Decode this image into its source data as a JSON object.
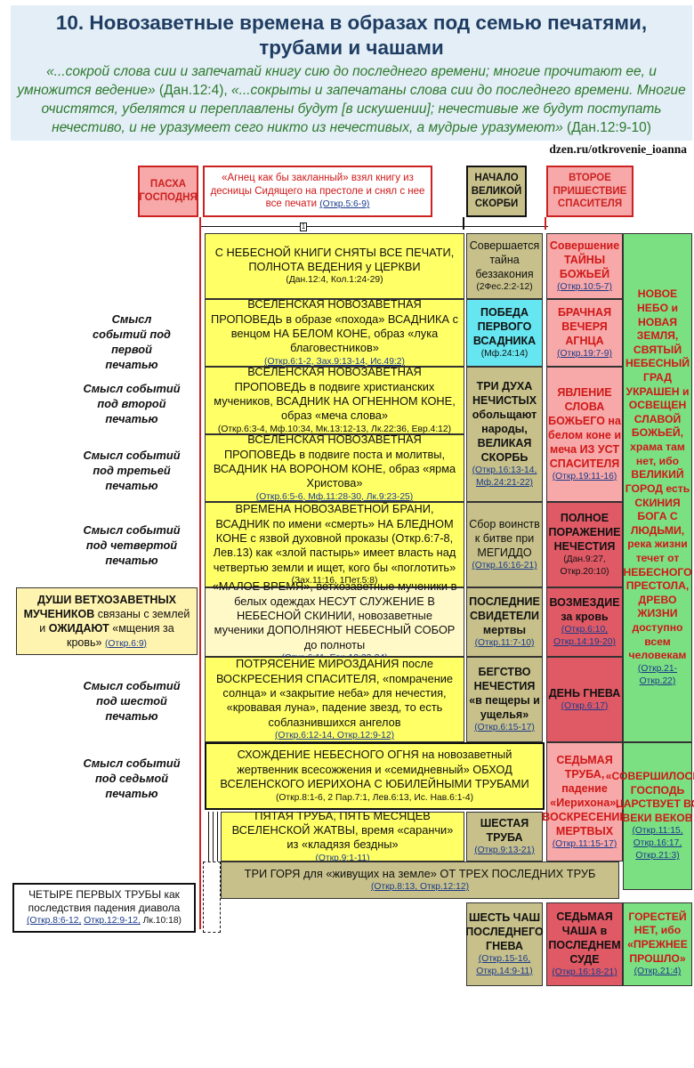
{
  "title": "10. Новозаветные времена в образах под семью печатями, трубами и чашами",
  "quote": {
    "part1": "«...сокрой слова сии и запечатай книгу сию до последнего времени; многие прочитают ее, и умножится ведение»",
    "ref1": "(Дан.12:4),",
    "part2": "«...сокрыты и запечатаны слова сии до последнего времени. Многие очистятся, убелятся и переплавлены будут [в искушении]; нечестивые же будут поступать нечестиво, и не уразумеет сего никто из нечестивых, а мудрые уразумеют»",
    "ref2": "(Дан.12:9-10)"
  },
  "source": "dzen.ru/otkrovenie_ioanna",
  "top": {
    "pascha": "ПАСХА ГОСПОДНЯ",
    "lamb_text": "«Агнец как бы закланный» взял книгу из десницы Сидящего на престоле и снял с нее все печати",
    "lamb_ref": "(Откр.5:6-9)",
    "sorrow": "НАЧАЛО ВЕЛИКОЙ СКОРБИ",
    "second_coming": "ВТОРОЕ ПРИШЕСТВИЕ СПАСИТЕЛЯ",
    "marker": "1"
  },
  "left_labels": {
    "seal1": "Смысл событий под первой печатью",
    "seal2": "Смысл событий под второй печатью",
    "seal3": "Смысл событий под третьей печатью",
    "seal4": "Смысл событий под четвертой печатью",
    "seal6": "Смысл событий под шестой печатью",
    "seal7": "Смысл событий под седьмой печатью"
  },
  "souls": {
    "text_a": "ДУШИ ВЕТХОЗАВЕТНЫХ МУЧЕНИКОВ",
    "text_b": "связаны с землей и",
    "text_c": "ОЖИДАЮТ",
    "text_d": "«мщения за кровь»",
    "ref": "(Откр.6:9)"
  },
  "four_trumpets": {
    "text": "ЧЕТЫРЕ ПЕРВЫХ ТРУБЫ как последствия падения диавола",
    "ref1": "(Откр.8:6-12,",
    "ref2": "Откр.12:9-12,",
    "ref3": "Лк.10:18)"
  },
  "main_rows": [
    {
      "text": "С НЕБЕСНОЙ КНИГИ СНЯТЫ ВСЕ ПЕЧАТИ, ПОЛНОТА ВЕДЕНИЯ у ЦЕРКВИ",
      "ref": "(Дан.12:4, Кол.1:24-29)"
    },
    {
      "text": "ВСЕЛЕНСКАЯ НОВОЗАВЕТНАЯ ПРОПОВЕДЬ в образе «похода» ВСАДНИКА с венцом НА БЕЛОМ КОНЕ, образ «лука благовестников»",
      "ref": "(Откр.6:1-2, Зах.9:13-14, Ис.49:2)"
    },
    {
      "text": "ВСЕЛЕНСКАЯ НОВОЗАВЕТНАЯ ПРОПОВЕДЬ в подвиге христианских мучеников, ВСАДНИК НА ОГНЕННОМ КОНЕ, образ «меча слова»",
      "ref": "(Откр.6:3-4, Мф.10:34, Мк.13:12-13, Лк.22:36, Евр.4:12)"
    },
    {
      "text": "ВСЕЛЕНСКАЯ НОВОЗАВЕТНАЯ ПРОПОВЕДЬ в подвиге поста и молитвы, ВСАДНИК НА ВОРОНОМ КОНЕ, образ «ярма Христова»",
      "ref": "(Откр.6:5-6, Мф.11:28-30, Лк.9:23-25)"
    },
    {
      "text": "ВРЕМЕНА НОВОЗАВЕТНОЙ БРАНИ, ВСАДНИК по имени «смерть» НА БЛЕДНОМ КОНЕ с язвой духовной проказы (Откр.6:7-8, Лев.13) как «злой пастырь» имеет власть над четвертью земли и ищет, кого бы «поглотить»",
      "ref": "(Зах.11:16, 1Пет.5:8)"
    },
    {
      "text": "«МАЛОЕ ВРЕМЯ», ветхозаветные мученики в белых одеждах НЕСУТ СЛУЖЕНИЕ В НЕБЕСНОЙ СКИНИИ, новозаветные мученики ДОПОЛНЯЮТ НЕБЕСНЫЙ СОБОР до полноты",
      "ref": "(Откр.6:11, Евр.12:22-24)"
    },
    {
      "text": "ПОТРЯСЕНИЕ МИРОЗДАНИЯ после ВОСКРЕСЕНИЯ СПАСИТЕЛЯ, «помрачение солнца» и «закрытие неба» для нечестия, «кровавая луна», падение звезд, то есть соблазнившихся ангелов",
      "ref": "(Откр.6:12-14, Откр.12:9-12)"
    },
    {
      "text": "СХОЖДЕНИЕ НЕБЕСНОГО ОГНЯ на новозаветный жертвенник всесожжения и «семидневный» ОБХОД ВСЕЛЕНСКОГО ИЕРИХОНА С ЮБИЛЕЙНЫМИ ТРУБАМИ",
      "ref": "(Откр.8:1-6, 2 Пар.7:1, Лев.6:13, Ис. Нав.6:1-4)"
    },
    {
      "text": "ПЯТАЯ ТРУБА, ПЯТЬ МЕСЯЦЕВ ВСЕЛЕНСКОЙ ЖАТВЫ, время «саранчи» из «кладязя бездны»",
      "ref": "(Откр.9:1-11)"
    }
  ],
  "three_woes": {
    "text": "ТРИ ГОРЯ для «живущих на земле» ОТ ТРЕХ ПОСЛЕДНИХ ТРУБ",
    "ref": "(Откр.8:13, Откр.12:12)"
  },
  "col3": [
    {
      "text": "Совершается тайна беззакония",
      "ref": "(2Фес.2:2-12)"
    },
    {
      "text": "ПОБЕДА ПЕРВОГО ВСАДНИКА",
      "ref": "(Мф.24:14)"
    },
    {
      "text": "ТРИ ДУХА НЕЧИСТЫХ обольщают народы, ВЕЛИКАЯ СКОРБЬ",
      "ref": "(Откр.16:13-14, Мф.24:21-22)"
    },
    {
      "text": "Сбор воинств к битве при МЕГИДДО",
      "ref": "(Откр.16:16-21)"
    },
    {
      "text": "ПОСЛЕДНИЕ СВИДЕТЕЛИ мертвы",
      "ref": "(Откр.11:7-10)"
    },
    {
      "text": "БЕГСТВО НЕЧЕСТИЯ «в пещеры и ущелья»",
      "ref": "(Откр.6:15-17)"
    },
    {
      "text": "ШЕСТАЯ ТРУБА",
      "ref": "(Откр.9:13-21)"
    },
    {
      "text": "ШЕСТЬ ЧАШ ПОСЛЕДНЕГО ГНЕВА",
      "ref": "(Откр.15-16, Откр.14:9-11)"
    }
  ],
  "col4": [
    {
      "text": "Совершение ТАЙНЫ БОЖЬЕЙ",
      "ref": "(Откр.10:5-7)"
    },
    {
      "text": "БРАЧНАЯ ВЕЧЕРЯ АГНЦА",
      "ref": "(Откр.19:7-9)"
    },
    {
      "text": "ЯВЛЕНИЕ СЛОВА БОЖЬЕГО на белом коне и меча ИЗ УСТ СПАСИТЕЛЯ",
      "ref": "(Откр.19:11-16)"
    },
    {
      "text": "ПОЛНОЕ ПОРАЖЕНИЕ НЕЧЕСТИЯ",
      "ref": "(Дан.9:27, Откр.20:10)"
    },
    {
      "text": "ВОЗМЕЗДИЕ за кровь",
      "ref": "(Откр.6:10, Откр.14:19-20)"
    },
    {
      "text": "ДЕНЬ ГНЕВА",
      "ref": "(Откр.6:17)"
    },
    {
      "text": "СЕДЬМАЯ ТРУБА, падение «Иерихона», ВОСКРЕСЕНИЕ МЕРТВЫХ",
      "ref": "(Откр.11:15-17)"
    },
    {
      "text": "СЕДЬМАЯ ЧАША в ПОСЛЕДНЕМ СУДЕ",
      "ref": "(Откр.16:18-21)"
    }
  ],
  "col5": [
    {
      "text": "НОВОЕ НЕБО и НОВАЯ ЗЕМЛЯ, СВЯТЫЙ НЕБЕСНЫЙ ГРАД УКРАШЕН и ОСВЕЩЕН СЛАВОЙ БОЖЬЕЙ, храма там нет, ибо ВЕЛИКИЙ ГОРОД есть СКИНИЯ БОГА С ЛЮДЬМИ, река жизни течет от НЕБЕСНОГО ПРЕСТОЛА, ДРЕВО ЖИЗНИ доступно всем человекам",
      "ref": "(Откр.21-Откр.22)"
    },
    {
      "text": "«СОВЕРШИЛОСЬ», ГОСПОДЬ ЦАРСТВУЕТ ВО ВЕКИ ВЕКОВ",
      "ref": "(Откр.11:15, Откр.16:17, Откр.21:3)"
    },
    {
      "text": "ГОРЕСТЕЙ НЕТ, ибо «ПРЕЖНЕЕ ПРОШЛО»",
      "ref": "(Откр.21:4)"
    }
  ],
  "colors": {
    "yellow": "#ffff66",
    "olive": "#c7c08a",
    "pink": "#f7a8a8",
    "red": "#e05a66",
    "green": "#7be082",
    "cyan": "#66e6f0",
    "header_bg": "#e3eef6"
  }
}
